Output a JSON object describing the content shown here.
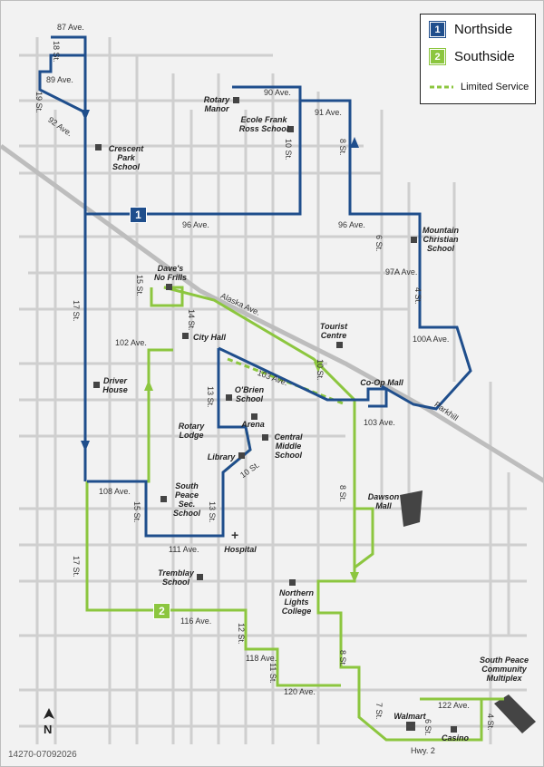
{
  "legend": {
    "routes": [
      {
        "number": "1",
        "name": "Northside",
        "color": "#1f4e8c"
      },
      {
        "number": "2",
        "name": "Southside",
        "color": "#8cc63f"
      }
    ],
    "limited_service": "Limited Service"
  },
  "route_badges": {
    "route1": "1",
    "route2": "2"
  },
  "streets": {
    "s87ave": "87 Ave.",
    "s89ave": "89 Ave.",
    "s18st": "18 St.",
    "s19st": "19 St.",
    "s92ave": "92 Ave.",
    "s90ave": "90 Ave.",
    "s91ave": "91 Ave.",
    "s10st_n": "10 St.",
    "s8st_n": "8 St.",
    "s96ave_w": "96 Ave.",
    "s96ave_e": "96 Ave.",
    "s6st": "6 St.",
    "s97aave": "97A Ave.",
    "s4st_n": "4 St.",
    "s100aave": "100A Ave.",
    "s15st": "15 St.",
    "s14st": "14 St.",
    "alaska": "Alaska Ave.",
    "s17st_n": "17 St.",
    "s102ave": "102 Ave.",
    "s103ave": "103 Ave.",
    "s10st_c": "10 St.",
    "s103ave_e": "103 Ave.",
    "parkhill": "Parkhill",
    "s13st": "13 St.",
    "s10st_s": "10 St.",
    "s108ave": "108 Ave.",
    "s15st_s": "15 St.",
    "s13st_s": "13 St.",
    "s8st_c": "8 St.",
    "s111ave": "111 Ave.",
    "s17st_s": "17 St.",
    "s116ave": "116 Ave.",
    "s12st": "12 St.",
    "s118ave": "118 Ave.",
    "s11st": "11 St.",
    "s8st_s": "8 St.",
    "s120ave": "120 Ave.",
    "s7st": "7 St.",
    "s122ave": "122 Ave.",
    "s6st_s": "6 St.",
    "s4st_s": "4 St.",
    "hwy2": "Hwy. 2"
  },
  "places": {
    "rotary_manor": "Rotary Manor",
    "ecole": "Ecole Frank Ross School",
    "crescent_park": "Crescent Park School",
    "mountain_christian": "Mountain Christian School",
    "daves_no_frills": "Dave's No Frills",
    "tourist_centre": "Tourist Centre",
    "city_hall": "City Hall",
    "coop_mall": "Co-Op Mall",
    "driver_house": "Driver House",
    "obrien": "O'Brien School",
    "arena": "Arena",
    "rotary_lodge": "Rotary Lodge",
    "central_middle": "Central Middle School",
    "library": "Library",
    "dawson_mall": "Dawson Mall",
    "south_peace_sec": "South Peace Sec. School",
    "hospital": "Hospital",
    "tremblay": "Tremblay School",
    "northern_lights": "Northern Lights College",
    "multiplex": "South Peace Community Multiplex",
    "walmart": "Walmart",
    "casino": "Casino"
  },
  "north_label": "N",
  "doc_id": "14270-07092026"
}
